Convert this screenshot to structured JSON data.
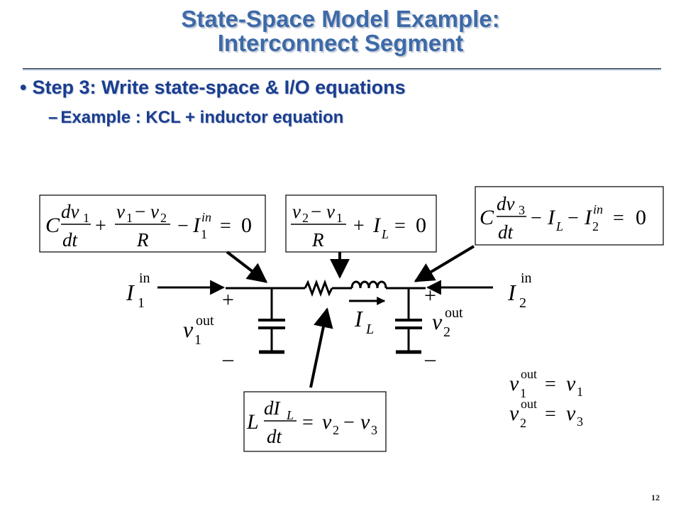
{
  "slide": {
    "title_line1": "State-Space Model Example:",
    "title_line2": "Interconnect Segment",
    "bullet": "Step 3:  Write state-space  & I/O equations",
    "bullet_marker": "•",
    "subbullet": "Example : KCL + inductor equation",
    "subbullet_marker": "–",
    "page_number": "12"
  },
  "diagram": {
    "source_left": {
      "symbol": "I",
      "sub": "1",
      "sup": "in"
    },
    "source_right": {
      "symbol": "I",
      "sub": "2",
      "sup": "in"
    },
    "inductor_current": {
      "symbol": "I",
      "sub": "L"
    },
    "vout_left": {
      "symbol": "v",
      "sub": "1",
      "sup": "out"
    },
    "vout_right": {
      "symbol": "v",
      "sub": "2",
      "sup": "out"
    },
    "plus_sign": "+",
    "minus_sign": "–"
  },
  "equations": {
    "eq_node1": {
      "C": "C",
      "dv": "dv",
      "dv_sub": "1",
      "dt": "dt",
      "plus": "+",
      "num_v1": "v",
      "num_v1_sub": "1",
      "num_minus": "−",
      "num_v2": "v",
      "num_v2_sub": "2",
      "den_R": "R",
      "minus": "−",
      "I": "I",
      "I_sub": "1",
      "I_sup": "in",
      "equals": "=",
      "zero": "0"
    },
    "eq_resistor": {
      "num_v2": "v",
      "num_v2_sub": "2",
      "num_minus": "−",
      "num_v1": "v",
      "num_v1_sub": "1",
      "den_R": "R",
      "plus": "+",
      "I": "I",
      "I_sub": "L",
      "equals": "=",
      "zero": "0"
    },
    "eq_node3": {
      "C": "C",
      "dv": "dv",
      "dv_sub": "3",
      "dt": "dt",
      "minus1": "−",
      "IL": "I",
      "IL_sub": "L",
      "minus2": "−",
      "I": "I",
      "I_sub": "2",
      "I_sup": "in",
      "equals": "=",
      "zero": "0"
    },
    "eq_inductor": {
      "L": "L",
      "dI": "dI",
      "dI_sub": "L",
      "dt": "dt",
      "equals": "=",
      "v2": "v",
      "v2_sub": "2",
      "minus": "−",
      "v3": "v",
      "v3_sub": "3"
    },
    "eq_out1": {
      "lhs": "v",
      "lhs_sub": "1",
      "lhs_sup": "out",
      "equals": "=",
      "rhs": "v",
      "rhs_sub": "1"
    },
    "eq_out2": {
      "lhs": "v",
      "lhs_sub": "2",
      "lhs_sup": "out",
      "equals": "=",
      "rhs": "v",
      "rhs_sub": "3"
    }
  }
}
